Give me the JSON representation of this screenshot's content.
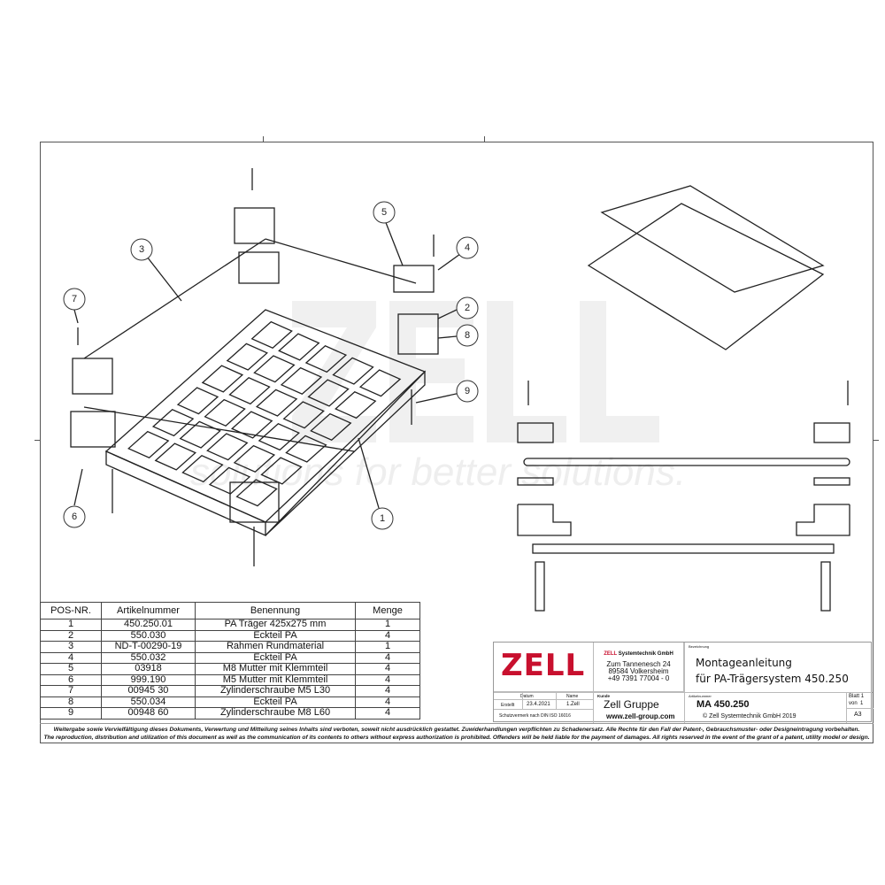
{
  "watermark": {
    "logo": "ZELL",
    "slogan": "solutions for better solutions."
  },
  "callouts": [
    "1",
    "2",
    "3",
    "4",
    "5",
    "6",
    "7",
    "8",
    "9"
  ],
  "parts_table": {
    "headers": [
      "POS-NR.",
      "Artikelnummer",
      "Benennung",
      "Menge"
    ],
    "rows": [
      [
        "1",
        "450.250.01",
        "PA Träger 425x275 mm",
        "1"
      ],
      [
        "2",
        "550.030",
        "Eckteil PA",
        "4"
      ],
      [
        "3",
        "ND-T-00290-19",
        "Rahmen Rundmaterial",
        "1"
      ],
      [
        "4",
        "550.032",
        "Eckteil PA",
        "4"
      ],
      [
        "5",
        "03918",
        "M8 Mutter mit Klemmteil",
        "4"
      ],
      [
        "6",
        "999.190",
        "M5 Mutter mit Klemmteil",
        "4"
      ],
      [
        "7",
        "00945 30",
        "Zylinderschraube M5 L30",
        "4"
      ],
      [
        "8",
        "550.034",
        "Eckteil PA",
        "4"
      ],
      [
        "9",
        "00948 60",
        "Zylinderschraube M8 L60",
        "4"
      ]
    ]
  },
  "title_block": {
    "logo": "ZELL",
    "company_brand": "ZELL",
    "company_rest": "Systemtechnik GmbH",
    "address1": "Zum Tannenesch 24",
    "address2": "89584 Volkersheim",
    "phone": "+49 7391 77004 - 0",
    "bezeichnung_label": "Bezeichnung",
    "title1": "Montageanleitung",
    "title2": "für PA-Trägersystem 450.250",
    "datum_label": "Datum",
    "name_label": "Name",
    "erstellt_label": "Erstellt",
    "datum": "23.4.2021",
    "name": "1.Zell",
    "schutz": "Schutzvermerk nach DIN ISO 16016",
    "kunde_label": "Kunde",
    "kunde": "Zell Gruppe",
    "website": "www.zell-group.com",
    "artikel_label": "Artikelnummer",
    "artikel": "MA 450.250",
    "copyright": "© Zell Systemtechnik GmbH 2019",
    "blatt_label": "Blatt",
    "blatt": "1",
    "von_label": "von",
    "von": "1",
    "format": "A3"
  },
  "footer": {
    "de": "Weitergabe sowie Vervielfältigung dieses Dokuments, Verwertung und Mitteilung seines Inhalts sind verboten, soweit nicht ausdrücklich gestattet. Zuwiderhandlungen verpflichten zu Schadenersatz. Alle Rechte für den Fall der Patent-, Gebrauchsmuster- oder Designeintragung vorbehalten.",
    "en": "The reproduction, distribution and utilization of this document as well as the communication of its contents to others without express authorization is prohibited. Offenders will be held liable for the payment of damages. All rights reserved in the event of the grant of a patent, utility model or design."
  }
}
